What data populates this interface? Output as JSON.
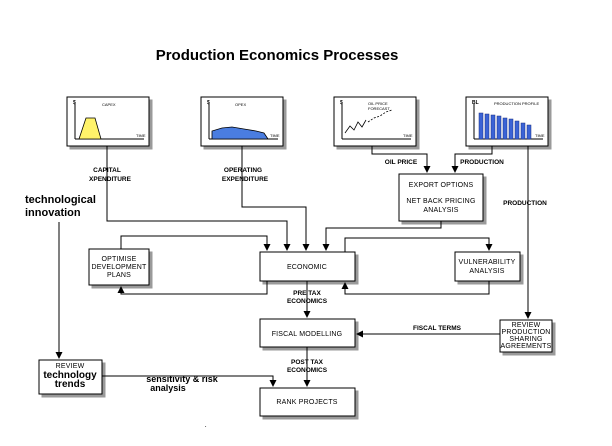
{
  "title": "Production Economics Processes",
  "charts": {
    "capex": {
      "axis_y": "$",
      "label": "CAPEX",
      "axis_x": "TIME"
    },
    "opex": {
      "axis_y": "$",
      "label": "OPEX",
      "axis_x": "TIME"
    },
    "oil_price": {
      "axis_y": "$",
      "label_line1": "OIL PRICE",
      "label_line2": "FORECAST",
      "axis_x": "TIME"
    },
    "production": {
      "axis_y": "BL",
      "label": "PRODUCTION PROFILE",
      "axis_x": "TIME"
    }
  },
  "boxes": {
    "export_options": {
      "line1": "EXPORT OPTIONS",
      "line2": "NET BACK PRICING",
      "line3": "ANALYSIS"
    },
    "optimise": {
      "line1": "OPTIMISE",
      "line2": "DEVELOPMENT",
      "line3": "PLANS"
    },
    "economic": {
      "line1": "ECONOMIC"
    },
    "vulnerability": {
      "line1": "VULNERABILITY",
      "line2": "ANALYSIS"
    },
    "fiscal_modelling": {
      "line1": "FISCAL MODELLING"
    },
    "review_psa": {
      "line1": "REVIEW",
      "line2": "PRODUCTION",
      "line3": "SHARING",
      "line4": "AGREEMENTS"
    },
    "review_tech": {
      "line1": "REVIEW",
      "line2": "technology",
      "line3": "trends"
    },
    "rank_projects": {
      "line1": "RANK PROJECTS"
    }
  },
  "labels": {
    "capital_1": "CAPITAL",
    "capital_2": "XPENDITURE",
    "operating_1": "OPERATING",
    "operating_2": "EXPENDITURE",
    "oil_price": "OIL PRICE",
    "production_top": "PRODUCTION",
    "production_side": "PRODUCTION",
    "pre_tax_1": "PRE TAX",
    "pre_tax_2": "ECONOMICS",
    "post_tax_1": "POST TAX",
    "post_tax_2": "ECONOMICS",
    "fiscal_terms": "FISCAL TERMS",
    "tech_innovation_1": "technological",
    "tech_innovation_2": "innovation",
    "sensitivity_1": "sensitivity & risk",
    "sensitivity_2": "analysis"
  },
  "footer_mark": "."
}
